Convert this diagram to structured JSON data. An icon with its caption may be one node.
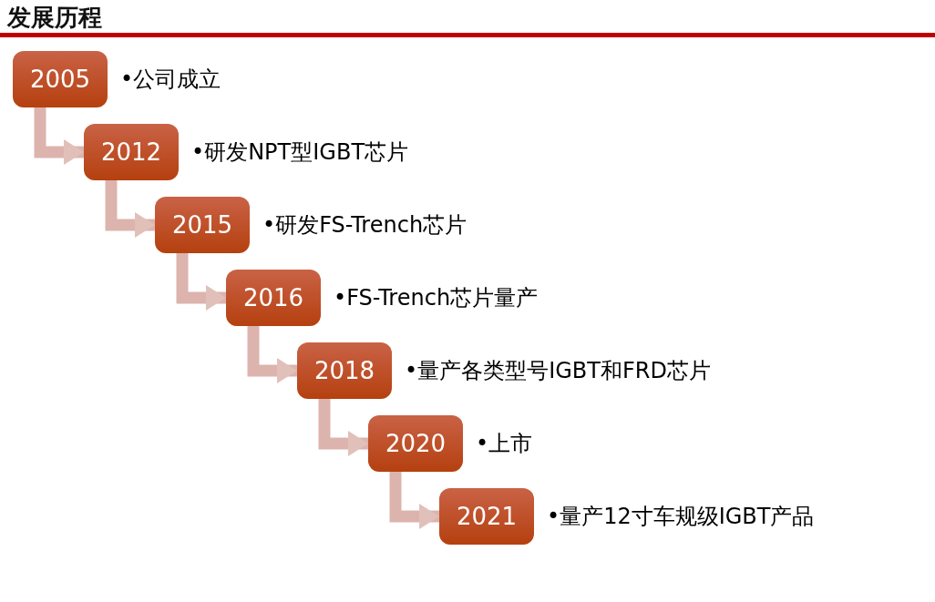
{
  "diagram": {
    "title": "发展历程",
    "nodes": [
      {
        "text": [
          "2005"
        ],
        "beside": [
          "•公司成立"
        ]
      },
      {
        "text": [
          "2012"
        ],
        "beside": [
          "•研发NPT型IGBT芯片"
        ]
      },
      {
        "text": [
          "2015"
        ],
        "beside": [
          "•研发FS-Trench芯片"
        ]
      },
      {
        "text": [
          "2016"
        ],
        "beside": [
          "•FS-Trench芯片量产"
        ]
      },
      {
        "text": [
          "2018"
        ],
        "beside": [
          "•量产各类型号IGBT和FRD芯片"
        ]
      },
      {
        "text": [
          "2020"
        ],
        "beside": [
          "•上市"
        ]
      },
      {
        "text": [
          "2021"
        ],
        "beside": [
          "•量产12寸车规级IGBT产品"
        ]
      }
    ],
    "edges": [
      {
        "from": 0,
        "to": 1,
        "arrow": "to"
      },
      {
        "from": 1,
        "to": 2,
        "arrow": "to"
      },
      {
        "from": 2,
        "to": 3,
        "arrow": "to"
      },
      {
        "from": 3,
        "to": 4,
        "arrow": "to"
      },
      {
        "from": 4,
        "to": 5,
        "arrow": "to"
      },
      {
        "from": 5,
        "to": 6,
        "arrow": "to"
      }
    ]
  }
}
